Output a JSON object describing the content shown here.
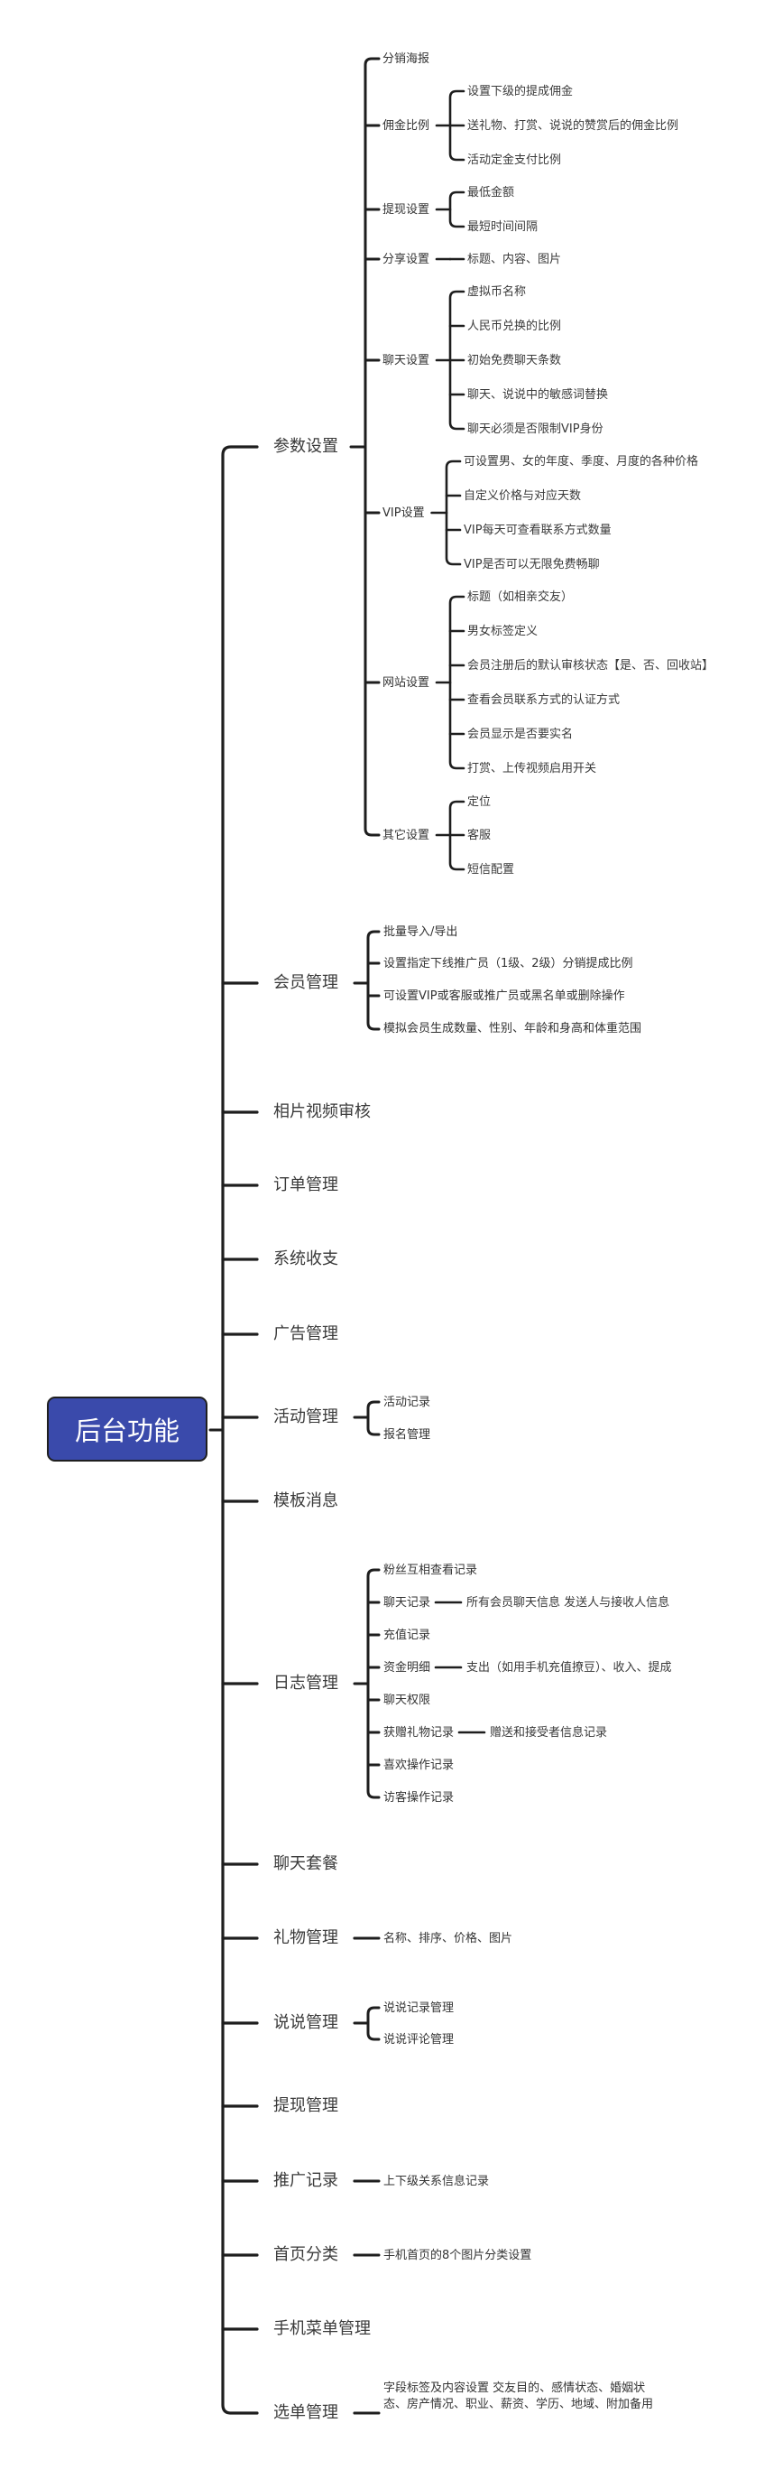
{
  "root": {
    "label": "后台功能",
    "fill_color": "#3a4aab"
  },
  "branches": [
    {
      "label": "参数设置",
      "children": [
        {
          "label": "分销海报"
        },
        {
          "label": "佣金比例",
          "children": [
            {
              "label": "设置下级的提成佣金"
            },
            {
              "label": "送礼物、打赏、说说的赞赏后的佣金比例"
            },
            {
              "label": "活动定金支付比例"
            }
          ]
        },
        {
          "label": "提现设置",
          "children": [
            {
              "label": "最低金额"
            },
            {
              "label": "最短时间间隔"
            }
          ]
        },
        {
          "label": "分享设置",
          "children": [
            {
              "label": "标题、内容、图片"
            }
          ]
        },
        {
          "label": "聊天设置",
          "children": [
            {
              "label": "虚拟币名称"
            },
            {
              "label": "人民币兑换的比例"
            },
            {
              "label": "初始免费聊天条数"
            },
            {
              "label": "聊天、说说中的敏感词替换"
            },
            {
              "label": "聊天必须是否限制VIP身份"
            }
          ]
        },
        {
          "label": "VIP设置",
          "children": [
            {
              "label": "可设置男、女的年度、季度、月度的各种价格"
            },
            {
              "label": "自定义价格与对应天数"
            },
            {
              "label": "VIP每天可查看联系方式数量"
            },
            {
              "label": "VIP是否可以无限免费畅聊"
            }
          ]
        },
        {
          "label": "网站设置",
          "children": [
            {
              "label": "标题（如相亲交友）"
            },
            {
              "label": "男女标签定义"
            },
            {
              "label": "会员注册后的默认审核状态【是、否、回收站】"
            },
            {
              "label": "查看会员联系方式的认证方式"
            },
            {
              "label": "会员显示是否要实名"
            },
            {
              "label": "打赏、上传视频启用开关"
            }
          ]
        },
        {
          "label": "其它设置",
          "children": [
            {
              "label": "定位"
            },
            {
              "label": "客服"
            },
            {
              "label": "短信配置"
            }
          ]
        }
      ]
    },
    {
      "label": "会员管理",
      "children": [
        {
          "label": "批量导入/导出"
        },
        {
          "label": "设置指定下线推广员（1级、2级）分销提成比例"
        },
        {
          "label": "可设置VIP或客服或推广员或黑名单或删除操作"
        },
        {
          "label": "模拟会员生成数量、性别、年龄和身高和体重范围"
        }
      ]
    },
    {
      "label": "相片视频审核"
    },
    {
      "label": "订单管理"
    },
    {
      "label": "系统收支"
    },
    {
      "label": "广告管理"
    },
    {
      "label": "活动管理",
      "children": [
        {
          "label": "活动记录"
        },
        {
          "label": "报名管理"
        }
      ]
    },
    {
      "label": "模板消息"
    },
    {
      "label": "日志管理",
      "children": [
        {
          "label": "粉丝互相查看记录"
        },
        {
          "label": "聊天记录",
          "children": [
            {
              "label": "所有会员聊天信息 发送人与接收人信息"
            }
          ]
        },
        {
          "label": "充值记录"
        },
        {
          "label": "资金明细",
          "children": [
            {
              "label": "支出（如用手机充值撩豆）、收入、提成"
            }
          ]
        },
        {
          "label": "聊天权限"
        },
        {
          "label": "获赠礼物记录",
          "children": [
            {
              "label": "赠送和接受者信息记录"
            }
          ]
        },
        {
          "label": "喜欢操作记录"
        },
        {
          "label": "访客操作记录"
        }
      ]
    },
    {
      "label": "聊天套餐"
    },
    {
      "label": "礼物管理",
      "children": [
        {
          "label": "名称、排序、价格、图片"
        }
      ]
    },
    {
      "label": "说说管理",
      "children": [
        {
          "label": "说说记录管理"
        },
        {
          "label": "说说评论管理"
        }
      ]
    },
    {
      "label": "提现管理"
    },
    {
      "label": "推广记录",
      "children": [
        {
          "label": "上下级关系信息记录"
        }
      ]
    },
    {
      "label": "首页分类",
      "children": [
        {
          "label": "手机首页的8个图片分类设置"
        }
      ]
    },
    {
      "label": "手机菜单管理"
    },
    {
      "label": "选单管理",
      "children": [
        {
          "label": "字段标签及内容设置 交友目的、感情状态、婚姻状态、房产情况、职业、薪资、学历、地域、附加备用"
        }
      ]
    }
  ]
}
